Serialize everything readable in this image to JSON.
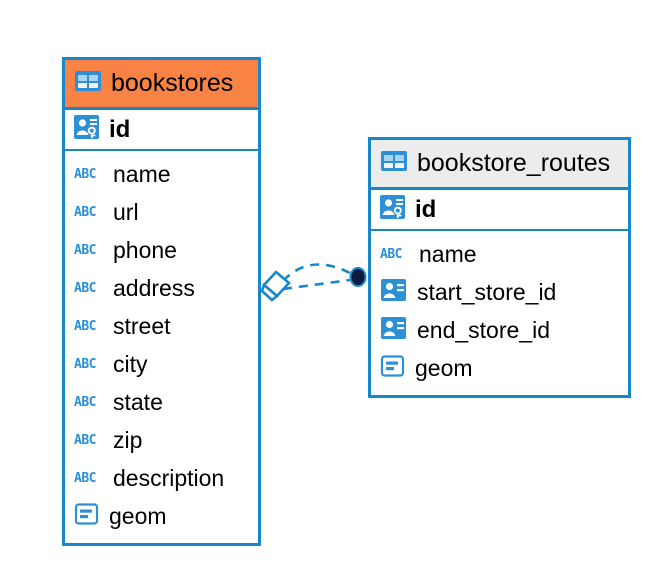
{
  "diagram": {
    "type": "entity-relationship-diagram",
    "background": "#ffffff",
    "accent_color": "#1787c9",
    "selected_header_color": "#f98344",
    "normal_header_color": "#ececec",
    "icon_blue": "#2d8fd5"
  },
  "tables": [
    {
      "name": "bookstores",
      "selected": true,
      "table_icon": "table-grid-icon",
      "primary_key": {
        "label": "id",
        "icon": "primary-key-icon",
        "type": "primary-key"
      },
      "fields": [
        {
          "label": "name",
          "icon": "abc-text-icon",
          "type": "text",
          "icon_text": "ABC"
        },
        {
          "label": "url",
          "icon": "abc-text-icon",
          "type": "text",
          "icon_text": "ABC"
        },
        {
          "label": "phone",
          "icon": "abc-text-icon",
          "type": "text",
          "icon_text": "ABC"
        },
        {
          "label": "address",
          "icon": "abc-text-icon",
          "type": "text",
          "icon_text": "ABC"
        },
        {
          "label": "street",
          "icon": "abc-text-icon",
          "type": "text",
          "icon_text": "ABC"
        },
        {
          "label": "city",
          "icon": "abc-text-icon",
          "type": "text",
          "icon_text": "ABC"
        },
        {
          "label": "state",
          "icon": "abc-text-icon",
          "type": "text",
          "icon_text": "ABC"
        },
        {
          "label": "zip",
          "icon": "abc-text-icon",
          "type": "text",
          "icon_text": "ABC"
        },
        {
          "label": "description",
          "icon": "abc-text-icon",
          "type": "text",
          "icon_text": "ABC"
        },
        {
          "label": "geom",
          "icon": "geometry-icon",
          "type": "geometry",
          "icon_text": ""
        }
      ]
    },
    {
      "name": "bookstore_routes",
      "selected": false,
      "table_icon": "table-grid-icon",
      "primary_key": {
        "label": "id",
        "icon": "primary-key-icon",
        "type": "primary-key"
      },
      "fields": [
        {
          "label": "name",
          "icon": "abc-text-icon",
          "type": "text",
          "icon_text": "ABC"
        },
        {
          "label": "start_store_id",
          "icon": "foreign-key-icon",
          "type": "foreign-key",
          "icon_text": ""
        },
        {
          "label": "end_store_id",
          "icon": "foreign-key-icon",
          "type": "foreign-key",
          "icon_text": ""
        },
        {
          "label": "geom",
          "icon": "geometry-icon",
          "type": "geometry",
          "icon_text": ""
        }
      ]
    }
  ],
  "relationship": {
    "source_endpoint": "diamond-marker",
    "target_endpoint": "filled-circle-marker",
    "line_style": "dashed",
    "line_color": "#1787c9",
    "target_marker_color": "#0d1b3e"
  }
}
